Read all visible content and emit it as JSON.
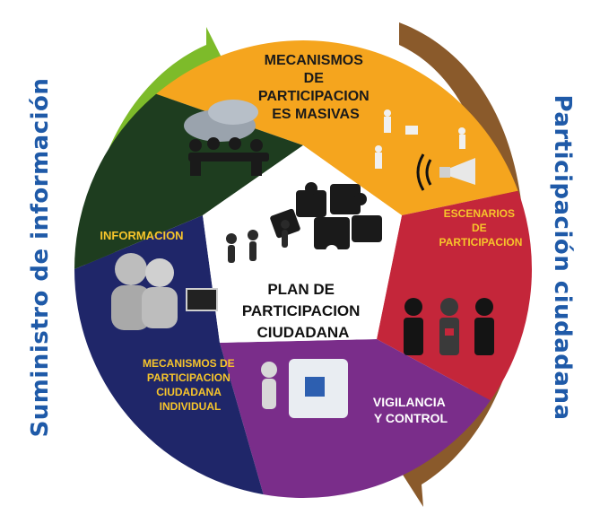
{
  "side_labels": {
    "left": "Suministro de información",
    "right": "Participación ciudadana"
  },
  "center": {
    "lines": [
      "PLAN DE",
      "PARTICIPACION",
      "CIUDADANA"
    ]
  },
  "segments": [
    {
      "id": "masivas",
      "lines": [
        "MECANISMOS",
        "DE",
        "PARTICIPACION",
        "ES MASIVAS"
      ],
      "color": "#f5a51e",
      "text_color": "#1a1a1a"
    },
    {
      "id": "escenarios",
      "lines": [
        "ESCENARIOS",
        "DE",
        "PARTICIPACION"
      ],
      "color": "#c4263a",
      "text_color": "#f7c52b"
    },
    {
      "id": "vigilancia",
      "lines": [
        "VIGILANCIA",
        "Y CONTROL"
      ],
      "color": "#7a2d8a",
      "text_color": "#ffffff"
    },
    {
      "id": "individual",
      "lines": [
        "MECANISMOS DE",
        "PARTICIPACION",
        "CIUDADANA",
        "INDIVIDUAL"
      ],
      "color": "#1f2669",
      "text_color": "#f7c52b"
    },
    {
      "id": "informacion",
      "lines": [
        "INFORMACION"
      ],
      "color": "#1e3d1f",
      "text_color": "#f7c52b"
    }
  ],
  "arrows": {
    "left_color": "#7dbb2a",
    "right_color": "#8a5a2b"
  }
}
